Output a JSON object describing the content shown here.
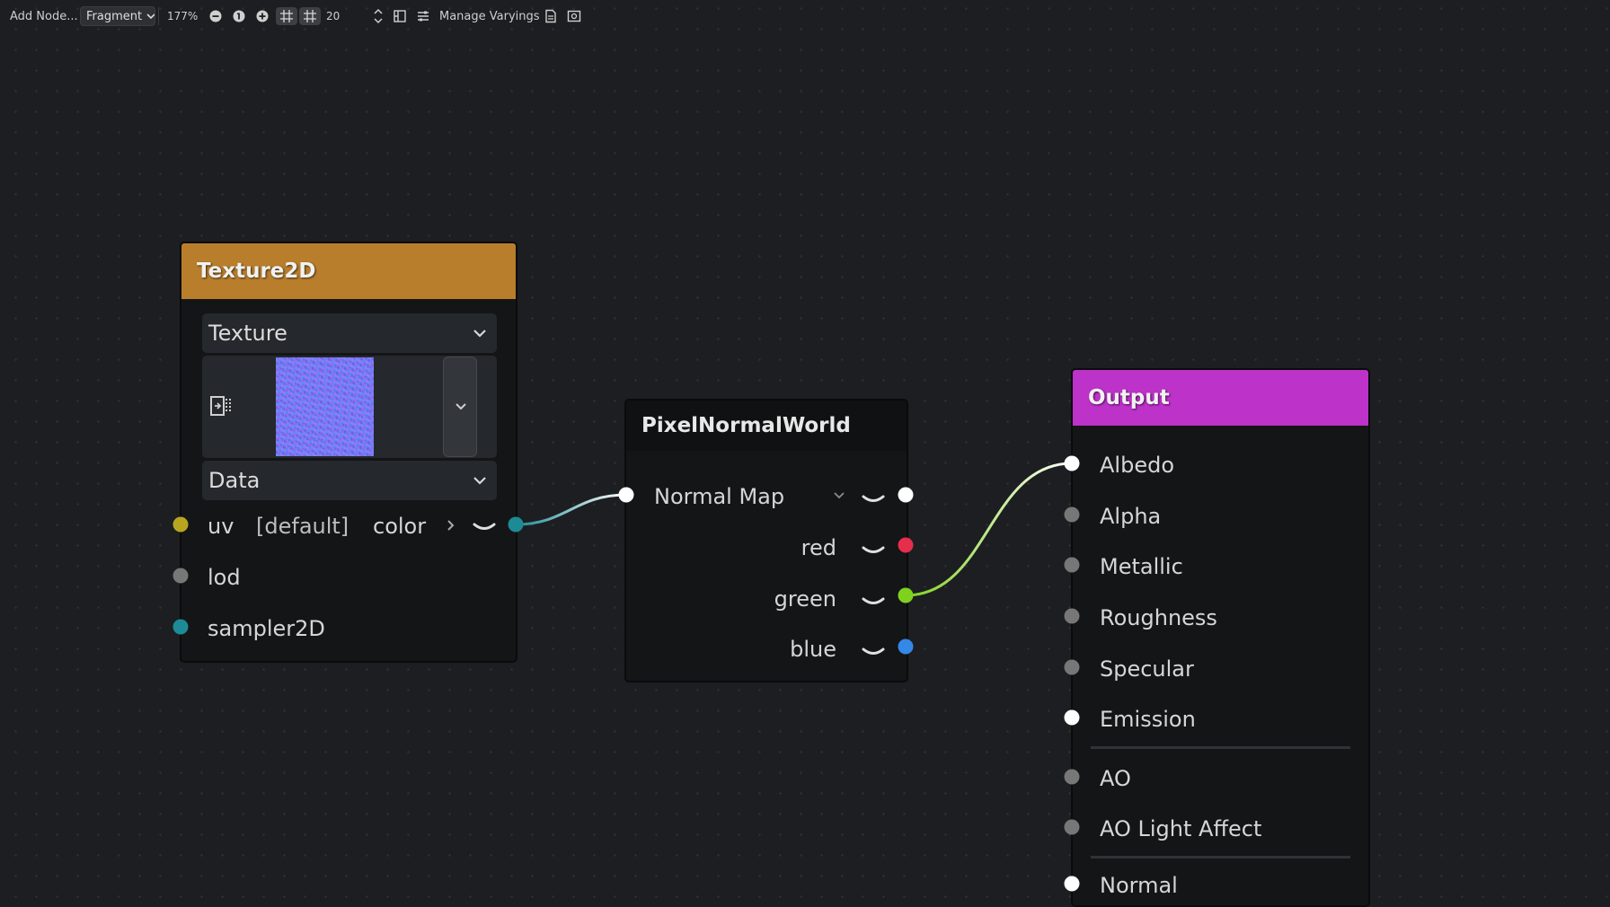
{
  "toolbar": {
    "add_node": "Add Node...",
    "shader_mode": "Fragment",
    "zoom": "177%",
    "snap_distance": "20",
    "manage_varyings": "Manage Varyings"
  },
  "nodes": {
    "texture2d": {
      "title": "Texture2D",
      "source_select": "Texture",
      "type_select": "Data",
      "inputs": [
        "uv",
        "lod",
        "sampler2D"
      ],
      "uv_default": "[default]",
      "output": "color",
      "header_color": "#b97e2c"
    },
    "pixel_normal_world": {
      "title": "PixelNormalWorld",
      "mode_select": "Normal Map",
      "outputs": [
        "red",
        "green",
        "blue"
      ]
    },
    "output": {
      "title": "Output",
      "inputs": [
        "Albedo",
        "Alpha",
        "Metallic",
        "Roughness",
        "Specular",
        "Emission",
        "AO",
        "AO Light Affect",
        "Normal"
      ],
      "header_color": "#bd32c9"
    }
  },
  "colors": {
    "port_vec3": "#ffffff",
    "port_scalar": "#777777",
    "port_vec2": "#b8a51f",
    "port_sampler": "#1d8b95",
    "port_red": "#e52e4b",
    "port_green": "#7fd11d",
    "port_blue": "#3488e7"
  }
}
